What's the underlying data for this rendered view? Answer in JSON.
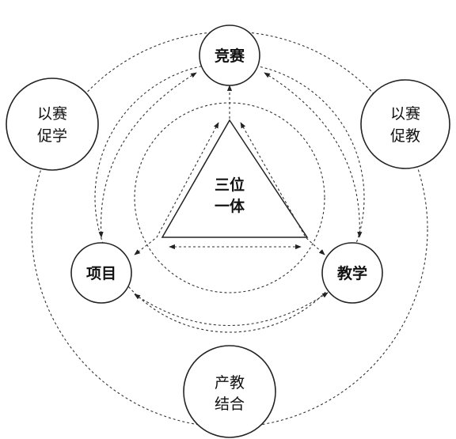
{
  "nodes": {
    "competition": {
      "lines": [
        "竞赛"
      ]
    },
    "project": {
      "lines": [
        "项目"
      ]
    },
    "teaching": {
      "lines": [
        "教学"
      ]
    },
    "promote_learning": {
      "lines": [
        "以赛",
        "促学"
      ]
    },
    "promote_teaching": {
      "lines": [
        "以赛",
        "促教"
      ]
    },
    "industry_education": {
      "lines": [
        "产教",
        "结合"
      ]
    },
    "trinity": {
      "lines": [
        "三位",
        "一体"
      ]
    }
  }
}
